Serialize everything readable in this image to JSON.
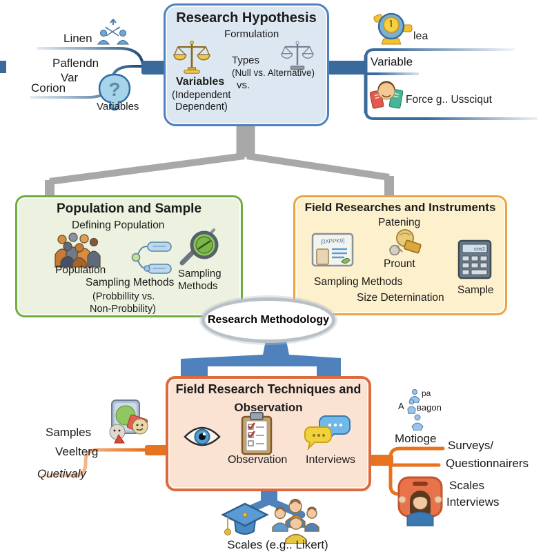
{
  "center": {
    "label": "Research Methodology"
  },
  "hypothesis_box": {
    "title": "Research Hypothesis",
    "formulation": "Formulation",
    "types": "Types",
    "null_alt": "(Null vs. Alternative)",
    "vs": "vs.",
    "variables": "Variables",
    "independent": "(Independent",
    "dependent": "Dependent)"
  },
  "left_branch": {
    "linen": "Linen",
    "patlendn": "Paflendn",
    "var": "Var",
    "corion": "Corion",
    "variables": "Variables",
    "brain_q": "?"
  },
  "right_branch": {
    "lea": "lea",
    "variable": "Variable",
    "force": "Force g.. Ussciqut"
  },
  "population_box": {
    "title": "Population and Sample",
    "defining": "Defining Population",
    "population": "Population",
    "sampling_methods": "Sampling Methods",
    "prob1": "(Probbillity vs.",
    "prob2": "Non-Probbility)",
    "sampling_r1": "Sampling",
    "sampling_r2": "Methods"
  },
  "instruments_box": {
    "title": "Field Researches and Instruments",
    "patening": "Patening",
    "prount": "Prount",
    "sampling_methods": "Sampling Methods",
    "size_determination": "Size Deternination",
    "sample": "Sample",
    "board_scribble": "[3XPPK9]",
    "calc_display": "cns1"
  },
  "techniques_box": {
    "title1": "Field Research Techniques and",
    "title2": "Observation",
    "observation": "Observation",
    "interviews": "Interviews"
  },
  "bottom_left": {
    "samples": "Samples",
    "veelterg": "Veelterg",
    "quetivaly": "Quetivaly"
  },
  "bottom_right": {
    "pa": "pa",
    "abagon_a": "A",
    "abagon_rest": "ʙagon",
    "motioge": "Motioge",
    "surveys": "Surveys/",
    "questionnairers": "Questionnairers",
    "scales": "Scales",
    "interviews": "Interviews"
  },
  "bottom_center": {
    "likert": "Scales (e.g.. Likert)"
  },
  "colors": {
    "blue_connector": "#3a6a9c",
    "blue_trunk": "#4f81bd",
    "gray_connector": "#a8a8a8",
    "orange_connector": "#e8731e",
    "hypothesis_fill": "#dce7f2",
    "hypothesis_border": "#4f81bd",
    "population_fill": "#ecf2df",
    "population_border": "#6fae3e",
    "instruments_fill": "#fdf0cd",
    "instruments_border": "#eca53c",
    "techniques_fill": "#fbe3d4",
    "techniques_border": "#dd6a3d",
    "ellipse_border": "#b9c0c7"
  },
  "icons": {
    "balance-scale-gold-icon": "gold balance scale",
    "balance-scale-gray-icon": "gray balance scale",
    "people-arrows-icon": "two people with exchange arrows",
    "brain-question-icon": "blue brain with question mark",
    "stopwatch-icon": "blue stopwatch with yellow dial",
    "person-cards-icon": "person holding red and green cards",
    "crowd-icon": "group of people",
    "branch-pills-icon": "flow branch diagram nodes",
    "magnifier-icon": "magnifying glass with green lens",
    "survey-board-icon": "survey form board",
    "gold-nugget-icon": "gold nuggets",
    "calculator-icon": "calculator",
    "eye-icon": "eye",
    "clipboard-checklist-icon": "clipboard with red checkmarks",
    "speech-bubbles-icon": "two chat bubbles",
    "photo-cards-icon": "stack of colorful sample cards",
    "tiny-person-icon": "small blue person figure",
    "woman-frame-icon": "woman in orange card frame",
    "graduation-cap-icon": "blue graduation cap",
    "people-group-icon": "group of survey respondents"
  }
}
